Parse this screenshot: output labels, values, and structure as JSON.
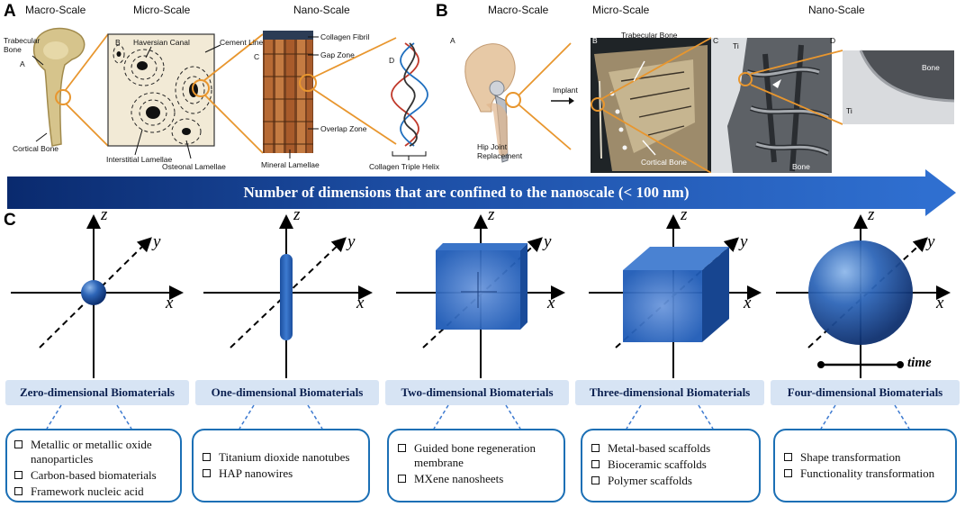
{
  "panel_a": {
    "label": "A",
    "macro_title": "Macro-Scale",
    "micro_title": "Micro-Scale",
    "nano_title": "Nano-Scale",
    "sub_a": "A",
    "sub_b": "B",
    "sub_c": "C",
    "sub_d": "D",
    "trabecular_bone": "Trabecular Bone",
    "cortical_bone": "Cortical Bone",
    "haversian_canal": "Haversian Canal",
    "cement_line": "Cement Line",
    "interstitial_lamellae": "Interstitial Lamellae",
    "osteonal_lamellae": "Osteonal Lamellae",
    "collagen_fibril": "Collagen Fibril",
    "gap_zone": "Gap Zone",
    "overlap_zone": "Overlap Zone",
    "mineral_lamellae": "Mineral Lamellae",
    "collagen_triple_helix": "Collagen Triple Helix"
  },
  "panel_b": {
    "label": "B",
    "macro_title": "Macro-Scale",
    "micro_title": "Micro-Scale",
    "nano_title": "Nano-Scale",
    "sub_a": "A",
    "sub_b": "B",
    "sub_c": "C",
    "sub_d": "D",
    "implant": "Implant",
    "hip_joint": "Hip Joint Replacement",
    "trabecular_bone": "Trabecular Bone",
    "cortical_bone": "Cortical Bone",
    "ti_1": "Ti",
    "bone_1": "Bone",
    "bone_2": "Bone",
    "ti_2": "Ti"
  },
  "banner": {
    "text": "Number of dimensions that are confined to the nanoscale (< 100 nm)"
  },
  "panel_c": {
    "label": "C",
    "axis_x": "x",
    "axis_y": "y",
    "axis_z": "z",
    "time_label": "time",
    "categories": [
      {
        "title": "Zero-dimensional Biomaterials",
        "items": [
          "Metallic or metallic oxide nanoparticles",
          "Carbon-based biomaterials",
          "Framework nucleic acid"
        ]
      },
      {
        "title": "One-dimensional Biomaterials",
        "items": [
          "Titanium dioxide nanotubes",
          "HAP nanowires"
        ]
      },
      {
        "title": "Two-dimensional Biomaterials",
        "items": [
          "Guided bone regeneration membrane",
          "MXene nanosheets"
        ]
      },
      {
        "title": "Three-dimensional Biomaterials",
        "items": [
          "Metal-based scaffolds",
          "Bioceramic scaffolds",
          "Polymer scaffolds"
        ]
      },
      {
        "title": "Four-dimensional Biomaterials",
        "items": [
          "Shape transformation",
          "Functionality transformation"
        ]
      }
    ]
  },
  "colors": {
    "banner_dark": "#0a2a6e",
    "banner_light": "#2f6fd0",
    "box_border": "#1b6fb5",
    "category_fill": "#d7e4f4",
    "zoom_line": "#e8962e"
  }
}
